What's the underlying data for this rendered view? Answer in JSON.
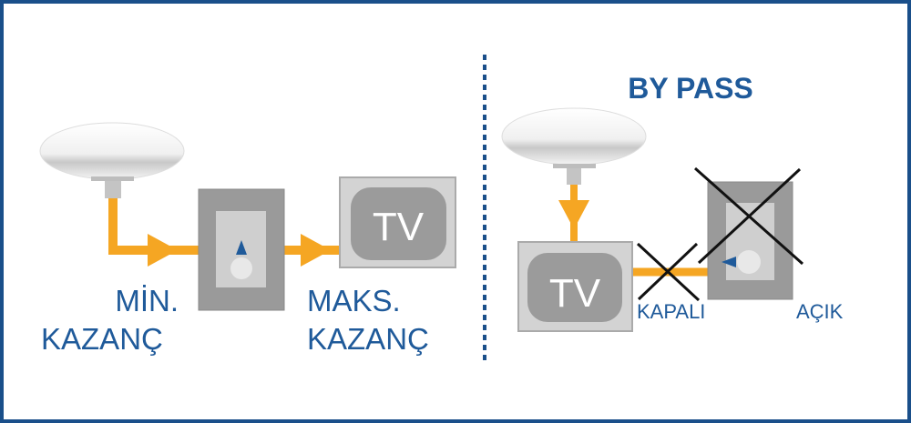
{
  "colors": {
    "border": "#1a4f8a",
    "signal": "#f5a623",
    "text": "#1f5a9a",
    "cross": "#111111"
  },
  "left_panel": {
    "tv_label": "TV",
    "min_gain_line1": "MİN.",
    "min_gain_line2": "KAZANÇ",
    "max_gain_line1": "MAKS.",
    "max_gain_line2": "KAZANÇ"
  },
  "right_panel": {
    "title": "BY PASS",
    "tv_label": "TV",
    "off_label": "KAPALI",
    "on_label": "AÇIK"
  }
}
